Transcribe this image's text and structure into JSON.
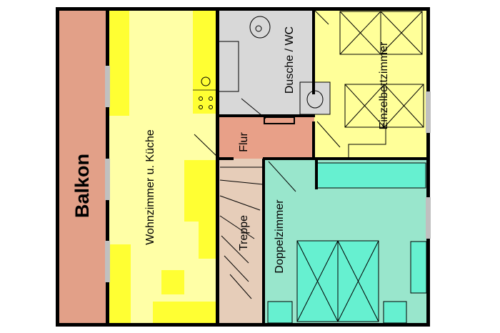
{
  "rooms": {
    "balkon": "Balkon",
    "wohnzimmer": "Wohnzimmer u. Küche",
    "dusche": "Dusche / WC",
    "einzelbett": "Einzelbettzimmer",
    "flur": "Flur",
    "treppe": "Treppe",
    "doppel": "Doppelzimmer"
  },
  "colors": {
    "balkon": "#e2a088",
    "wohnzimmer": "#ffffa6",
    "furniture": "#ffff33",
    "dusche": "#d8d8d8",
    "einzelbett": "#ffff99",
    "flur": "#e8a088",
    "treppe": "#e6cdb9",
    "doppel": "#99e6cc",
    "doppel_furniture": "#66f0d0",
    "wall": "#000000",
    "window": "#c0c0c0"
  }
}
